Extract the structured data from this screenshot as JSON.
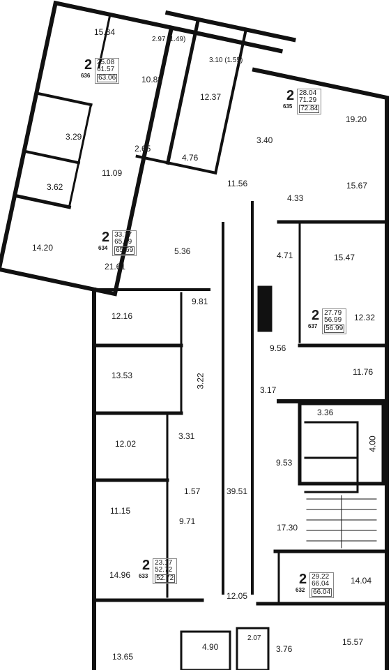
{
  "rooms": {
    "r1584": "15.84",
    "r297": "2.97 (1.49)",
    "r310": "3.10 (1.55)",
    "r1088": "10.88",
    "r1237": "12.37",
    "r1920": "19.20",
    "r329": "3.29",
    "r265": "2.65",
    "r476": "4.76",
    "r340": "3.40",
    "r1109": "11.09",
    "r362": "3.62",
    "r1156": "11.56",
    "r433": "4.33",
    "r1567": "15.67",
    "r1420": "14.20",
    "r536": "5.36",
    "r2161": "21.61",
    "r471": "4.71",
    "r1547": "15.47",
    "r981": "9.81",
    "r1216": "12.16",
    "r1232": "12.32",
    "r956": "9.56",
    "r1353": "13.53",
    "r322": "3.22",
    "r317": "3.17",
    "r1176": "11.76",
    "r336": "3.36",
    "r331": "3.31",
    "r400": "4.00",
    "r1202": "12.02",
    "r953": "9.53",
    "r157": "1.57",
    "r3951": "39.51",
    "r1115": "11.15",
    "r971": "9.71",
    "r1730": "17.30",
    "r1496": "14.96",
    "r1404": "14.04",
    "r1205": "12.05",
    "r1365": "13.65",
    "r490": "4.90",
    "r207": "2.07",
    "r376": "3.76",
    "r1557": "15.57"
  },
  "apartments": {
    "a636": {
      "rooms": "2",
      "number": "636",
      "living": "25.08",
      "total": "61.57",
      "total_full": "63.06"
    },
    "a635": {
      "rooms": "2",
      "number": "635",
      "living": "28.04",
      "total": "71.29",
      "total_full": "72.84"
    },
    "a634": {
      "rooms": "2",
      "number": "634",
      "living": "33.77",
      "total": "65.69",
      "total_full": "65.69"
    },
    "a637": {
      "rooms": "2",
      "number": "637",
      "living": "27.79",
      "total": "56.99",
      "total_full": "56.99"
    },
    "a633": {
      "rooms": "2",
      "number": "633",
      "living": "23.17",
      "total": "52.72",
      "total_full": "52.72"
    },
    "a632": {
      "rooms": "2",
      "number": "632",
      "living": "29.22",
      "total": "66.04",
      "total_full": "66.04"
    }
  }
}
